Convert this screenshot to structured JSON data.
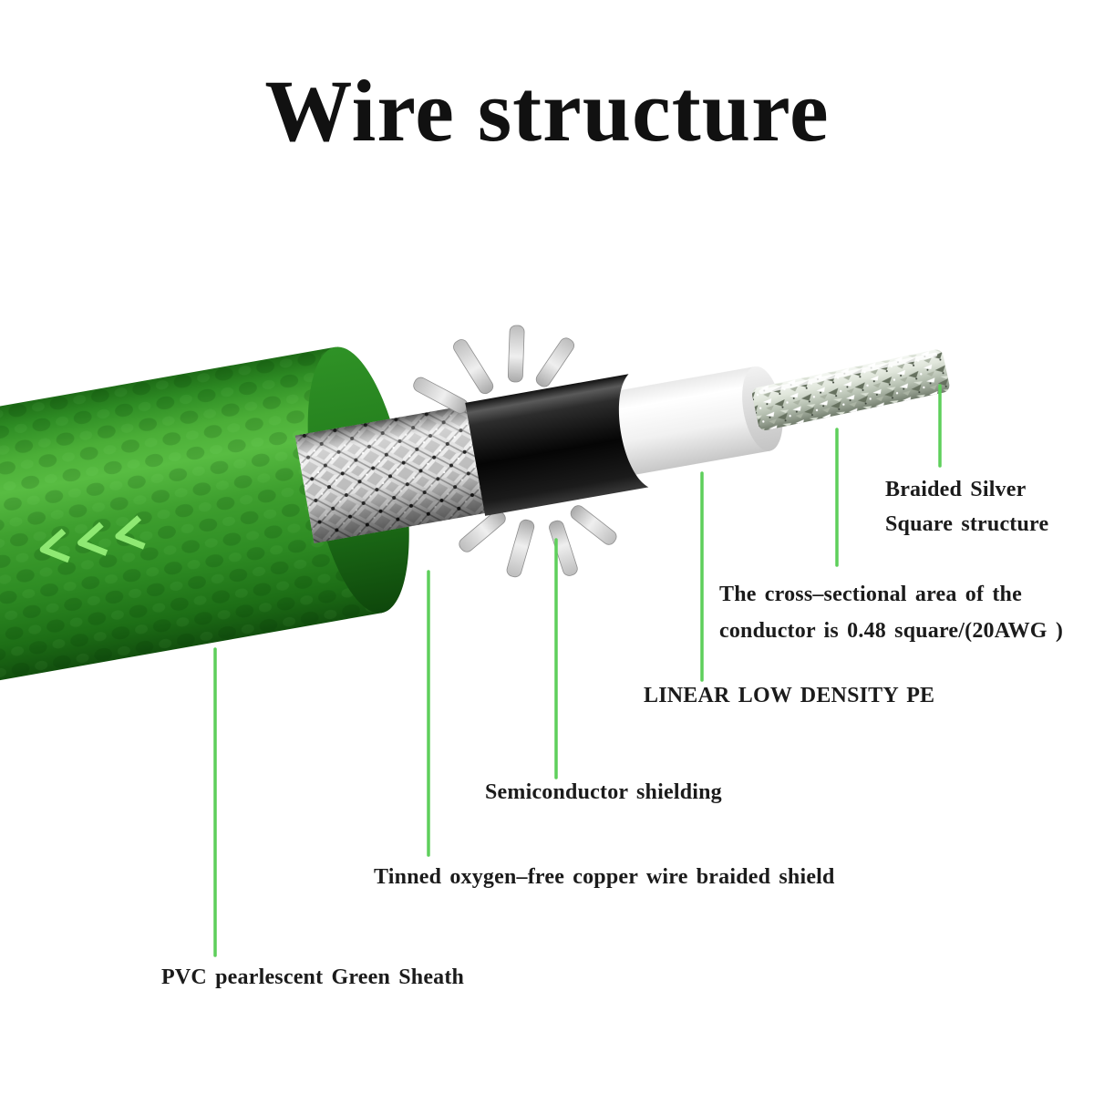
{
  "title": "Wire structure",
  "colors": {
    "leader_line": "#5ecf5b",
    "chevron": "#8fe973",
    "sheath_green": "#2f8f26",
    "label_text": "#1b1b1b",
    "semiconductor_black": "#0a0a0a",
    "pe_white": "#f5f5f5",
    "braid_silver": "#c8c8c8"
  },
  "diagram": {
    "labels": [
      {
        "id": "braided-silver",
        "lines": [
          "Braided Silver",
          "Square structure"
        ]
      },
      {
        "id": "conductor-area",
        "lines": [
          "The cross–sectional area of the",
          "conductor is 0.48 square/(20AWG )"
        ]
      },
      {
        "id": "lldpe",
        "lines": [
          "LINEAR LOW DENSITY PE"
        ]
      },
      {
        "id": "semiconductor",
        "lines": [
          "Semiconductor shielding"
        ]
      },
      {
        "id": "tinned-copper",
        "lines": [
          "Tinned oxygen–free copper wire braided shield"
        ]
      },
      {
        "id": "pvc-sheath",
        "lines": [
          "PVC pearlescent Green Sheath"
        ]
      }
    ]
  }
}
